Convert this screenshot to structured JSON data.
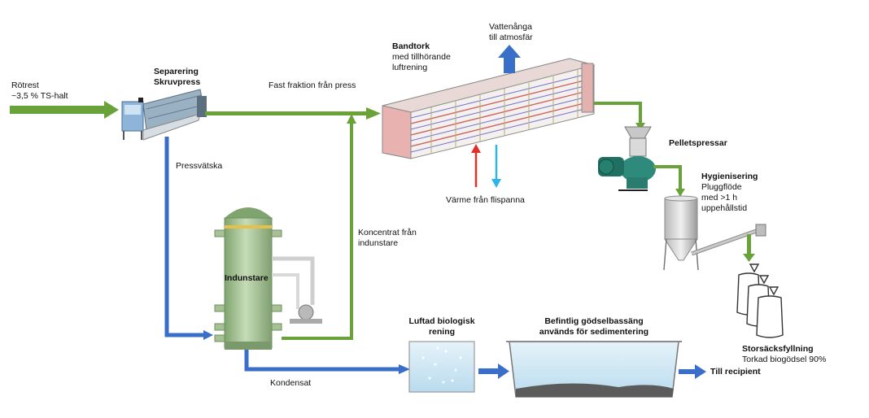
{
  "labels": {
    "rotrest_1": "Rötrest",
    "rotrest_2": "~3,5 % TS-halt",
    "separering_1": "Separering",
    "separering_2": "Skruvpress",
    "fast_fraktion": "Fast fraktion från press",
    "bandtork_1": "Bandtork",
    "bandtork_2": "med tillhörande",
    "bandtork_3": "luftrening",
    "vattenanga_1": "Vattenånga",
    "vattenanga_2": "till atmosfär",
    "varme": "Värme från flispanna",
    "pelletspressar": "Pelletspressar",
    "hyg_1": "Hygienisering",
    "hyg_2": "Pluggflöde",
    "hyg_3": "med >1 h",
    "hyg_4": "uppehållstid",
    "pressvatska": "Pressvätska",
    "koncentrat_1": "Koncentrat från",
    "koncentrat_2": "indunstare",
    "indunstare": "Indunstare",
    "luftad_1": "Luftad biologisk",
    "luftad_2": "rening",
    "befintlig_1": "Befintlig gödselbassäng",
    "befintlig_2": "används för sedimentering",
    "kondensat": "Kondensat",
    "till_recipient": "Till recipient",
    "storsack_1": "Storsäcksfyllning",
    "storsack_2": "Torkad biogödsel 90%"
  },
  "colors": {
    "green_flow": "#6aa23a",
    "blue_flow": "#3a6fc9",
    "heat_red": "#e0302a",
    "heat_cyan": "#2bb5e8",
    "evaporator": "#a9c79a"
  },
  "icons": [
    "screw-press-icon",
    "belt-dryer-icon",
    "pellet-press-icon",
    "silo-icon",
    "evaporator-icon",
    "pump-icon",
    "aeration-tank-icon",
    "sedimentation-basin-icon",
    "big-bag-icon"
  ]
}
